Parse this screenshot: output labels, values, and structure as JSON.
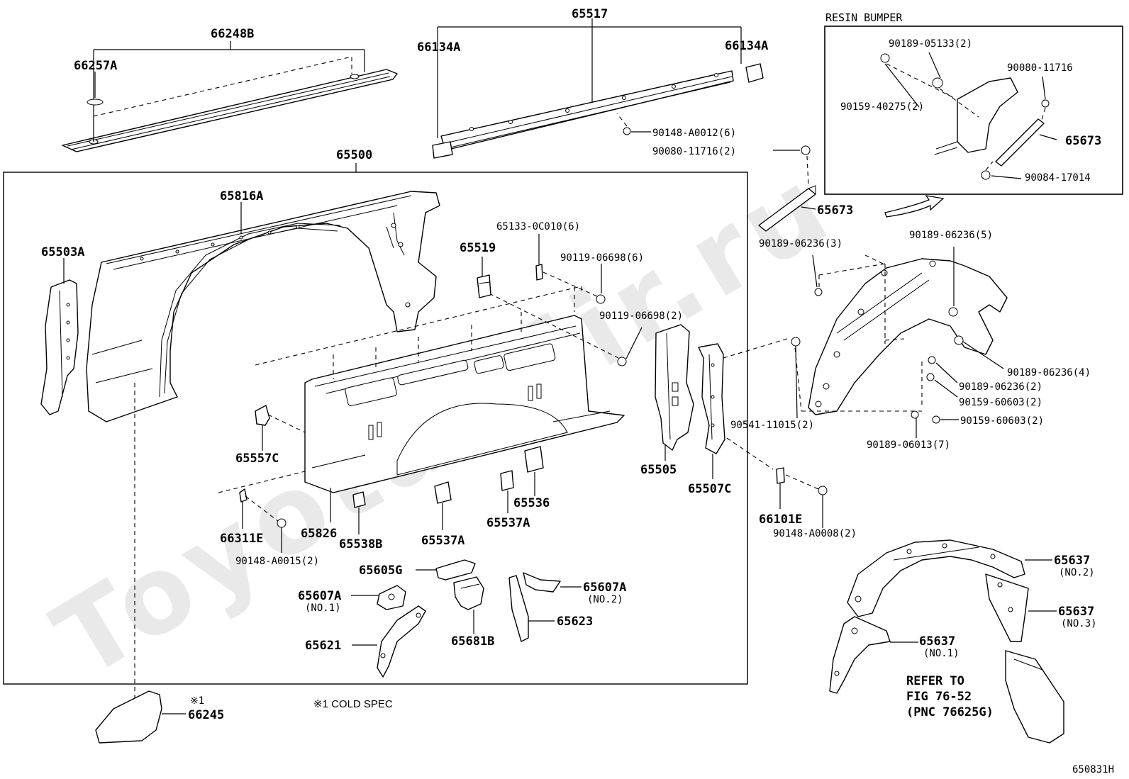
{
  "labels": {
    "l66248B": "66248B",
    "l66257A": "66257A",
    "l65517": "65517",
    "l66134A_left": "66134A",
    "l66134A_right": "66134A",
    "l90148_A0012": "90148-A0012(6)",
    "l90080_11716_2": "90080-11716(2)",
    "l65500": "65500",
    "l65816A": "65816A",
    "l65503A": "65503A",
    "l65133_0C010": "65133-0C010(6)",
    "l65519": "65519",
    "l90119_06698_6": "90119-06698(6)",
    "l90119_06698_2": "90119-06698(2)",
    "l65673_main": "65673",
    "l90189_06236_3": "90189-06236(3)",
    "l90189_06236_5": "90189-06236(5)",
    "l90189_06236_4": "90189-06236(4)",
    "l90189_06236_2": "90189-06236(2)",
    "l90159_60603_a": "90159-60603(2)",
    "l90159_60603_b": "90159-60603(2)",
    "l90541_11015": "90541-11015(2)",
    "l90189_06013": "90189-06013(7)",
    "l65505": "65505",
    "l65507C": "65507C",
    "l66101E": "66101E",
    "l90148_A0008": "90148-A0008(2)",
    "l65557C": "65557C",
    "l66311E": "66311E",
    "l90148_A0015": "90148-A0015(2)",
    "l65826": "65826",
    "l65538B": "65538B",
    "l65537A_a": "65537A",
    "l65537A_b": "65537A",
    "l65536": "65536",
    "l65605G": "65605G",
    "l65607A_1": "65607A",
    "l65607A_1_sub": "(NO.1)",
    "l65607A_2": "65607A",
    "l65607A_2_sub": "(NO.2)",
    "l65623": "65623",
    "l65621": "65621",
    "l65681B": "65681B",
    "l66245": "66245",
    "l66245_mark": "※1",
    "cold_spec": "※1   COLD SPEC",
    "l65637_no2": "65637",
    "l65637_no2_sub": "(NO.2)",
    "l65637_no3": "65637",
    "l65637_no3_sub": "(NO.3)",
    "l65637_no1": "65637",
    "l65637_no1_sub": "(NO.1)",
    "refer_1": "REFER TO",
    "refer_2": "FIG 76-52",
    "refer_3": "(PNC 76625G)",
    "fig_code": "650831H"
  },
  "inset": {
    "title": "RESIN BUMPER",
    "l90189_05133": "90189-05133(2)",
    "l90080_11716": "90080-11716",
    "l90159_40275": "90159-40275(2)",
    "l65673": "65673",
    "l90084_17014": "90084-17014"
  },
  "watermark": "Toyota-Mir.ru"
}
